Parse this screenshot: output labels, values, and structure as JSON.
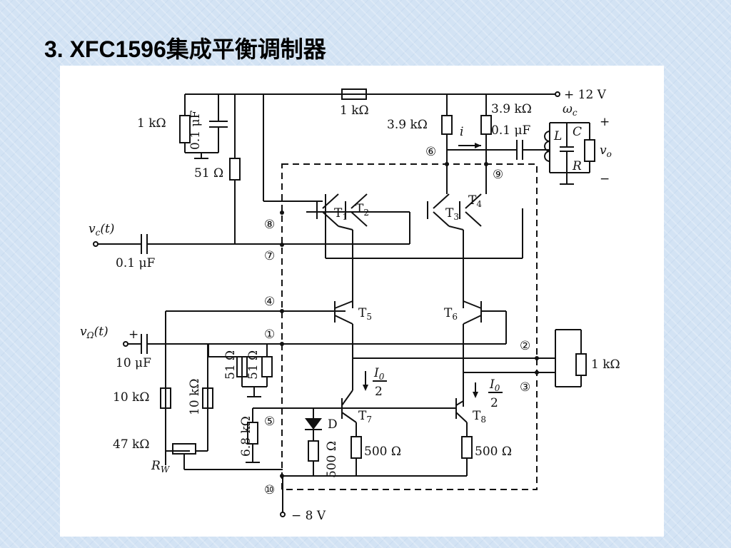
{
  "slide": {
    "title": "3. XFC1596集成平衡调制器"
  },
  "diagram": {
    "supply_pos": "+ 12 V",
    "supply_neg": "− 8 V",
    "r_top": "1 kΩ",
    "r_left": "1 kΩ",
    "c_left": "0.1 μF",
    "r_51": "51 Ω",
    "r_39a": "3.9 kΩ",
    "r_39b": "3.9 kΩ",
    "c_out": "0.1 μF",
    "omega": "ω",
    "omega_sub": "c",
    "current": "i",
    "tank_l": "L",
    "tank_c": "C",
    "tank_r": "R",
    "vo": "v",
    "vo_sub": "o",
    "plus": "+",
    "minus": "−",
    "vc": "v",
    "vc_sub": "c",
    "vc_t": "(t)",
    "c_in1": "0.1 μF",
    "vomega": "v",
    "vomega_sub": "Ω",
    "vomega_t": "(t)",
    "c_in2": "10 μF",
    "r_10a": "10 kΩ",
    "r_10b": "10 kΩ",
    "r_47": "47 kΩ",
    "rw": "R",
    "rw_sub": "W",
    "r_51a": "51 Ω",
    "r_51b": "51 Ω",
    "r_68": "6.8 kΩ",
    "r_500d": "500 Ω",
    "r_500a": "500 Ω",
    "r_500b": "500 Ω",
    "r_1k_right": "1 kΩ",
    "diode": "D",
    "t_letter": "T",
    "t1": "1",
    "t2": "2",
    "t3": "3",
    "t4": "4",
    "t5": "5",
    "t6": "6",
    "t7": "7",
    "t8": "8",
    "i0": "I",
    "i0_sub": "0",
    "i0_den": "2",
    "pins": [
      "①",
      "②",
      "③",
      "④",
      "⑤",
      "⑥",
      "⑦",
      "⑧",
      "⑨",
      "⑩"
    ]
  }
}
